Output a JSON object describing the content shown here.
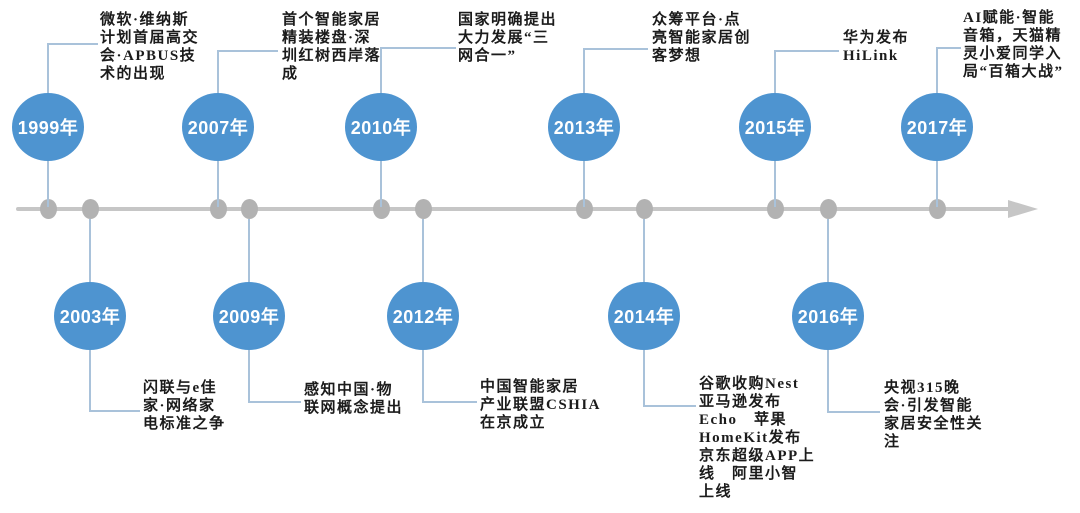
{
  "colors": {
    "node": "#4e94d0",
    "connector": "#a9c2da",
    "line": "#c6c6c6",
    "marker": "#b2b2b2",
    "text": "#1b1b1b",
    "year_text": "#ffffff",
    "background": "#ffffff"
  },
  "events": [
    {
      "year": "1999年",
      "side": "top",
      "description": "微软·维纳斯\n计划首届高交\n会·APBUS技\n术的出现"
    },
    {
      "year": "2003年",
      "side": "bottom",
      "description": "闪联与e佳\n家·网络家\n电标准之争"
    },
    {
      "year": "2007年",
      "side": "top",
      "description": "首个智能家居\n精装楼盘·深\n圳红树西岸落\n成"
    },
    {
      "year": "2009年",
      "side": "bottom",
      "description": "感知中国·物\n联网概念提出"
    },
    {
      "year": "2010年",
      "side": "top",
      "description": "国家明确提出\n大力发展“三\n网合一”"
    },
    {
      "year": "2012年",
      "side": "bottom",
      "description": "中国智能家居\n产业联盟CSHIA\n在京成立"
    },
    {
      "year": "2013年",
      "side": "top",
      "description": "众筹平台·点\n亮智能家居创\n客梦想"
    },
    {
      "year": "2014年",
      "side": "bottom",
      "description": "谷歌收购Nest\n亚马逊发布\nEcho　苹果\nHomeKit发布\n京东超级APP上\n线　阿里小智\n上线"
    },
    {
      "year": "2015年",
      "side": "top",
      "description": "华为发布\nHiLink"
    },
    {
      "year": "2016年",
      "side": "bottom",
      "description": "央视315晚\n会·引发智能\n家居安全性关\n注"
    },
    {
      "year": "2017年",
      "side": "top",
      "description": "AI赋能·智能\n音箱，天猫精\n灵小爱同学入\n局“百箱大战”"
    }
  ]
}
